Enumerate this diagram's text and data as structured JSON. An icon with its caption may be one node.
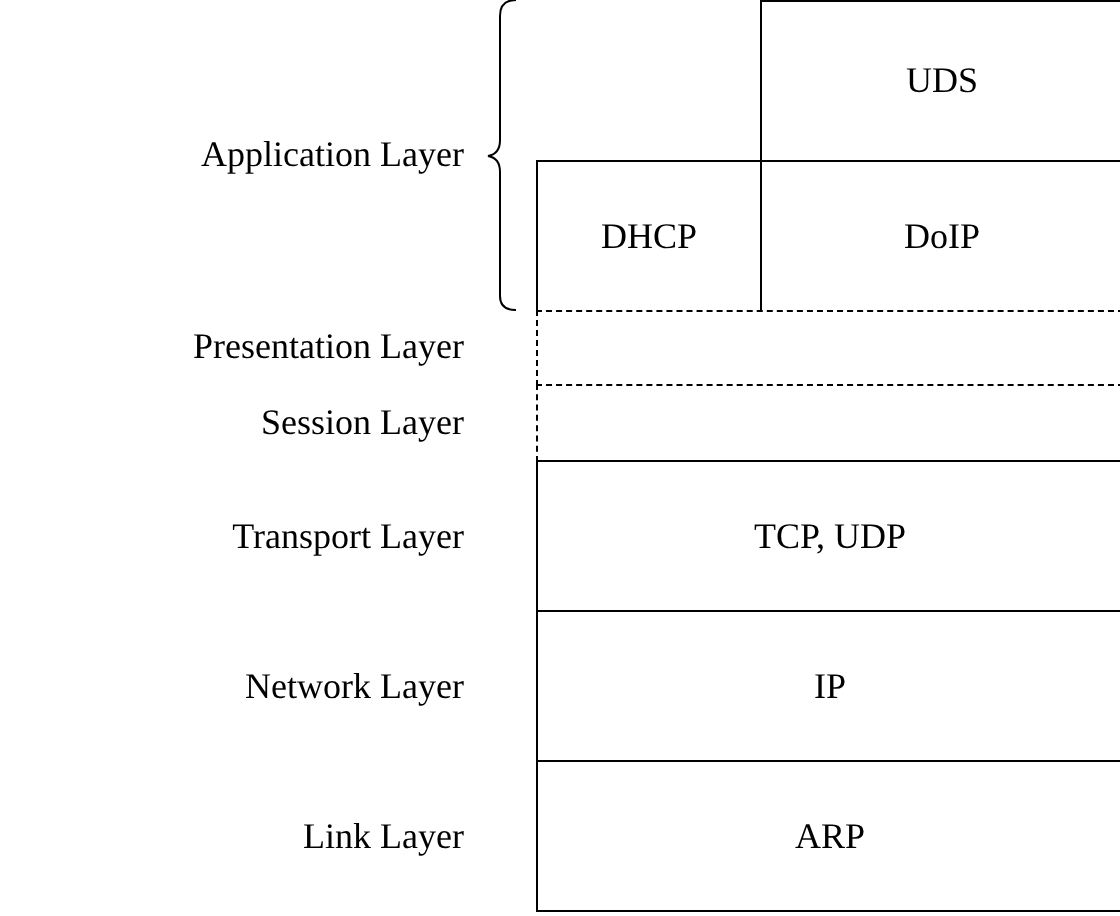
{
  "diagram": {
    "nodes": [
      {
        "text": [
          "UDS"
        ]
      },
      {
        "text": [
          "DHCP"
        ]
      },
      {
        "text": [
          "DoIP"
        ]
      },
      {
        "text": [],
        "shape": "box"
      },
      {
        "text": [],
        "shape": "box"
      },
      {
        "text": [
          "TCP, UDP"
        ]
      },
      {
        "text": [
          "IP"
        ]
      },
      {
        "text": [
          "ARP"
        ]
      }
    ],
    "labels": [
      "Application Layer",
      "Presentation Layer",
      "Session Layer",
      "Transport Layer",
      "Network Layer",
      "Link Layer"
    ]
  }
}
